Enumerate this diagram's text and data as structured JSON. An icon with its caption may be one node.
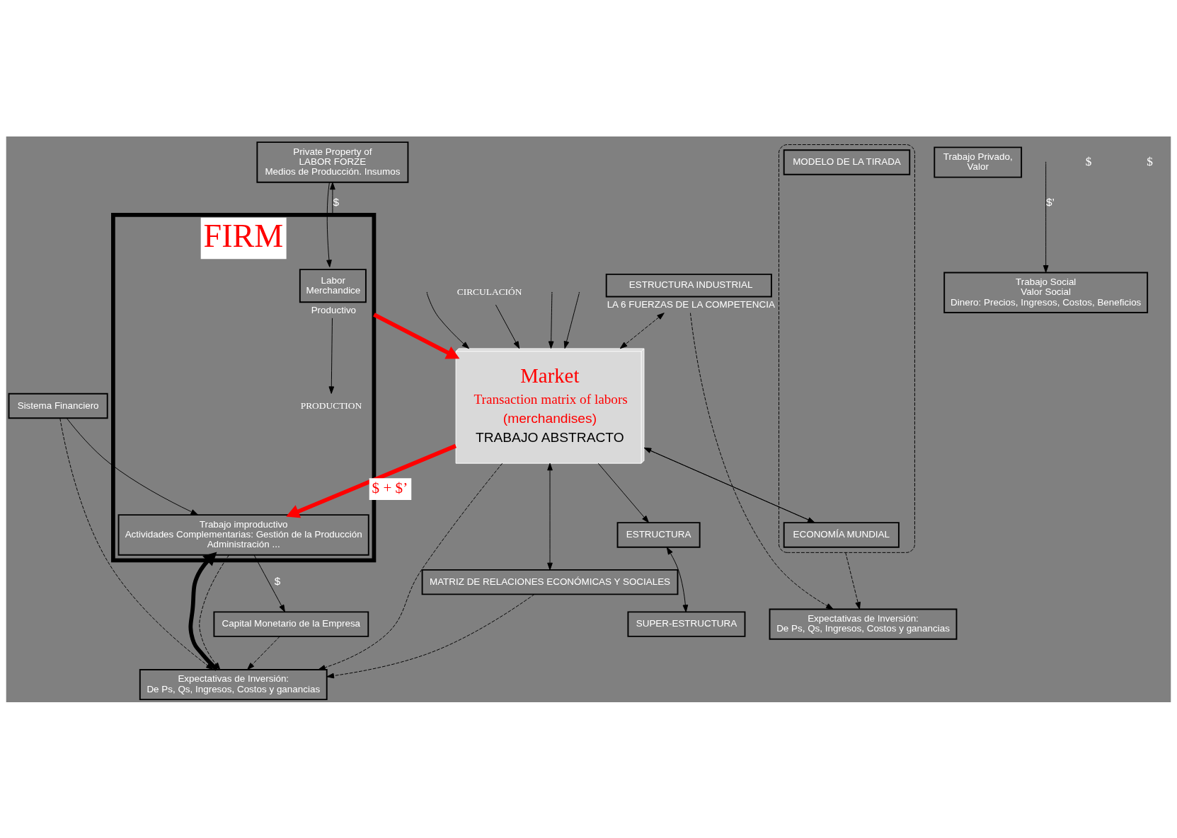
{
  "diagram": {
    "nodes": [
      {
        "text": [
          "Private Property of",
          "LABOR FORZE",
          "Medios de Producción. Insumos"
        ]
      },
      {
        "text": [
          "FIRM"
        ]
      },
      {
        "text": [
          "Labor",
          "Merchandice"
        ],
        "in": 1,
        "beside": [
          "Productivo"
        ]
      },
      {
        "text": [
          "PRODUCTION"
        ],
        "in": 1
      },
      {
        "text": [
          "Trabajo improductivo",
          "Actividades Complementarias: Gestión de la Producción",
          "Administración ..."
        ],
        "in": 1
      },
      {
        "text": [
          "Sistema Financiero"
        ]
      },
      {
        "text": [
          "Capital Monetario de la Empresa"
        ]
      },
      {
        "text": [
          "Expectativas de Inversión:",
          "De Ps, Qs, Ingresos, Costos y ganancias"
        ]
      },
      {
        "text": [
          "Trabajo Privado,",
          "Valor"
        ]
      },
      {
        "text": [
          "Trabajo Social",
          "Valor Social",
          "Dinero: Precios, Ingresos, Costos, Beneficios"
        ]
      },
      {
        "text": [
          "Market",
          "Transaction matrix of labors",
          "(merchandises)",
          "TRABAJO ABSTRACTO"
        ]
      },
      {
        "text": [
          "CIRCULACIÓN"
        ]
      },
      {
        "text": [
          "ESTRUCTURA INDUSTRIAL"
        ],
        "beside": [
          "LA 6 FUERZAS DE LA COMPETENCIA"
        ]
      },
      {
        "text": [
          "Expectativas de Inversión:",
          "De Ps, Qs, Ingresos, Costos y ganancias"
        ]
      },
      {
        "text": [
          "MATRIZ DE RELACIONES ECONÓMICAS Y SOCIALES"
        ]
      },
      {
        "text": [
          "ESTRUCTURA"
        ]
      },
      {
        "text": [
          "SUPER-ESTRUCTURA"
        ]
      },
      {
        "text": [],
        "shape": "ellipse"
      },
      {
        "text": [
          "ECONOMÍA MUNDIAL"
        ],
        "in": 17
      },
      {
        "text": [
          "MODELO DE LA TIRADA"
        ],
        "in": 17
      }
    ],
    "edges": [
      {
        "from": 0,
        "to": 2,
        "arrow": "to"
      },
      {
        "from": 1,
        "to": 0,
        "arrow": "to",
        "label": "$"
      },
      {
        "from": 2,
        "to": 3,
        "arrow": "to"
      },
      {
        "from": 1,
        "to": 10,
        "arrow": "to",
        "style": "thick",
        "color": "#ff0000"
      },
      {
        "from": 10,
        "to": 4,
        "arrow": "to",
        "style": "thick",
        "color": "#ff0000",
        "label": "$ + $’"
      },
      {
        "from": 5,
        "to": 4,
        "arrow": "to"
      },
      {
        "from": 4,
        "to": 6,
        "arrow": "to",
        "label": "$"
      },
      {
        "from": 6,
        "to": 7,
        "arrow": "to",
        "style": "dashed"
      },
      {
        "from": 5,
        "to": 7,
        "arrow": "to",
        "style": "dashed"
      },
      {
        "from": 4,
        "to": 7,
        "arrow": "to",
        "style": "dashed"
      },
      {
        "from": 7,
        "to": 4,
        "arrow": "to",
        "style": "thick"
      },
      {
        "from": 10,
        "to": 7,
        "arrow": "to",
        "style": "dashed"
      },
      {
        "from": 14,
        "to": 7,
        "arrow": "to",
        "style": "dashed"
      },
      {
        "from": 10,
        "to": 14,
        "arrow": "both"
      },
      {
        "from": null,
        "to": 9,
        "arrow": "to",
        "label": "$’"
      },
      {
        "from": 11,
        "to": 10,
        "arrow": "to"
      },
      {
        "from": null,
        "to": 10,
        "arrow": "to"
      },
      {
        "from": 12,
        "to": 10,
        "arrow": "both",
        "style": "dashed"
      },
      {
        "from": null,
        "to": 10,
        "arrow": "to"
      },
      {
        "from": 12,
        "to": 13,
        "arrow": "to",
        "style": "dashed"
      },
      {
        "from": 10,
        "to": 15,
        "arrow": "to"
      },
      {
        "from": null,
        "to": 10,
        "arrow": "to"
      },
      {
        "from": 15,
        "to": 16,
        "arrow": "both"
      },
      {
        "from": 10,
        "to": 18,
        "arrow": "to"
      },
      {
        "from": 18,
        "to": 10,
        "arrow": "to"
      },
      {
        "from": 17,
        "to": 13,
        "arrow": "to",
        "style": "dashed"
      }
    ],
    "labels": [
      "$",
      "$"
    ]
  }
}
